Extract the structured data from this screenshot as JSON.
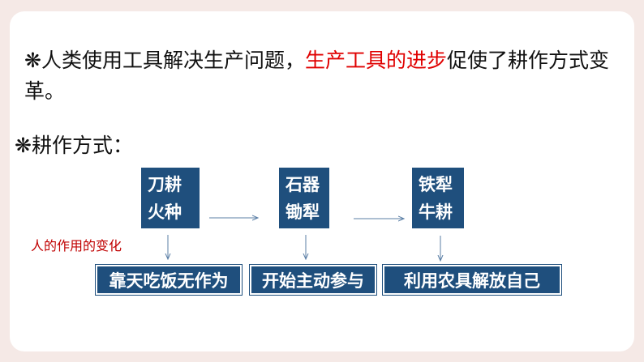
{
  "statement": {
    "prefix": "❋人类使用工具解决生产问题，",
    "highlight": "生产工具的进步",
    "suffix": "促使了耕作方式变革。"
  },
  "farming_label": "❋耕作方式：",
  "stages": [
    {
      "line1": "刀耕",
      "line2": "火种"
    },
    {
      "line1": "石器",
      "line2": "锄犁"
    },
    {
      "line1": "铁犁",
      "line2": "牛耕"
    }
  ],
  "role_label": "人的作用的变化",
  "roles": [
    "靠天吃饭无作为",
    "开始主动参与",
    "利用农具解放自己"
  ],
  "colors": {
    "box": "#1f4f7d",
    "highlight": "#e00000",
    "note": "#c00000",
    "arrow": "#5b7fa6"
  }
}
